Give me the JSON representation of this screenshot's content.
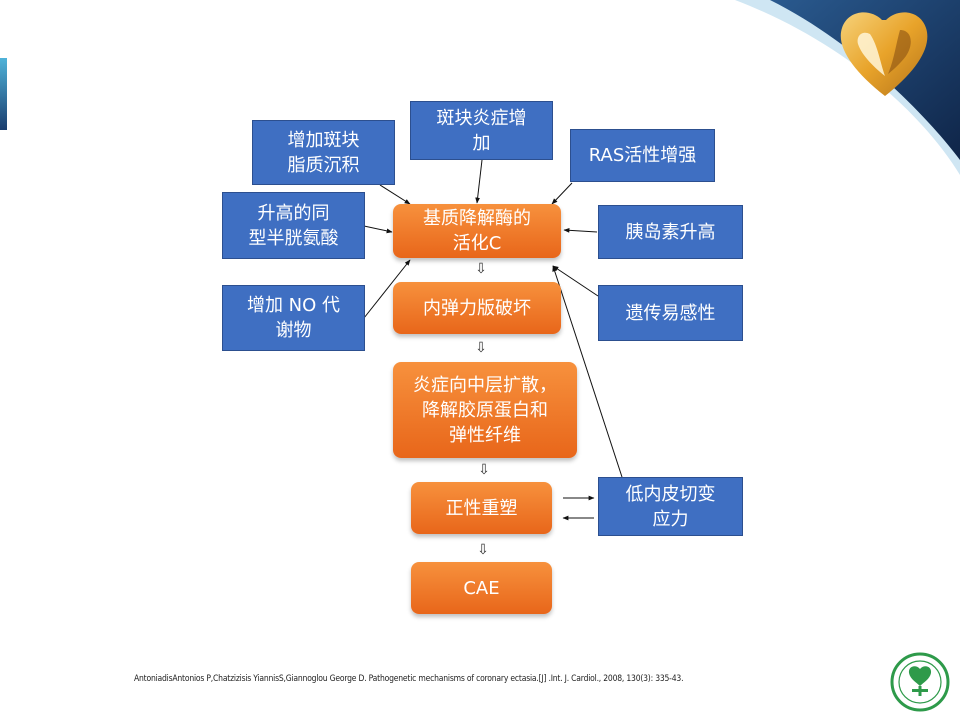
{
  "diagram": {
    "nodes": {
      "plaque_lipid": "增加斑块\n脂质沉积",
      "plaque_inflam": "斑块炎症增\n加",
      "ras": "RAS活性增强",
      "homocys": "升高的同\n型半胱氨酸",
      "mmp": "基质降解酶的\n活化C",
      "insulin": "胰岛素升高",
      "no_meta": "增加 NO 代\n谢物",
      "elastic": "内弹力版破坏",
      "genetic": "遗传易感性",
      "spread": "炎症向中层扩散，\n降解胶原蛋白和\n弹性纤维",
      "remodel": "正性重塑",
      "shear": "低内皮切变\n应力",
      "cae": "CAE"
    },
    "down_arrow_glyph": "⇩"
  },
  "footer": {
    "reference": "AntoniadisAntonios P,Chatzizisis YiannisS,Giannoglou George D. Pathogenetic mechanisms of coronary ectasia.[J] .Int. J. Cardiol., 2008, 130(3): 335-43."
  },
  "colors": {
    "blue_box": "#3f6fc2",
    "orange_box": "#f7913d",
    "header_navy": "#1b3d6e",
    "logo_gold": "#e8a32a",
    "badge_green": "#2e9a4a"
  },
  "icons": [
    "heart-logo-icon",
    "hospital-badge-icon"
  ]
}
